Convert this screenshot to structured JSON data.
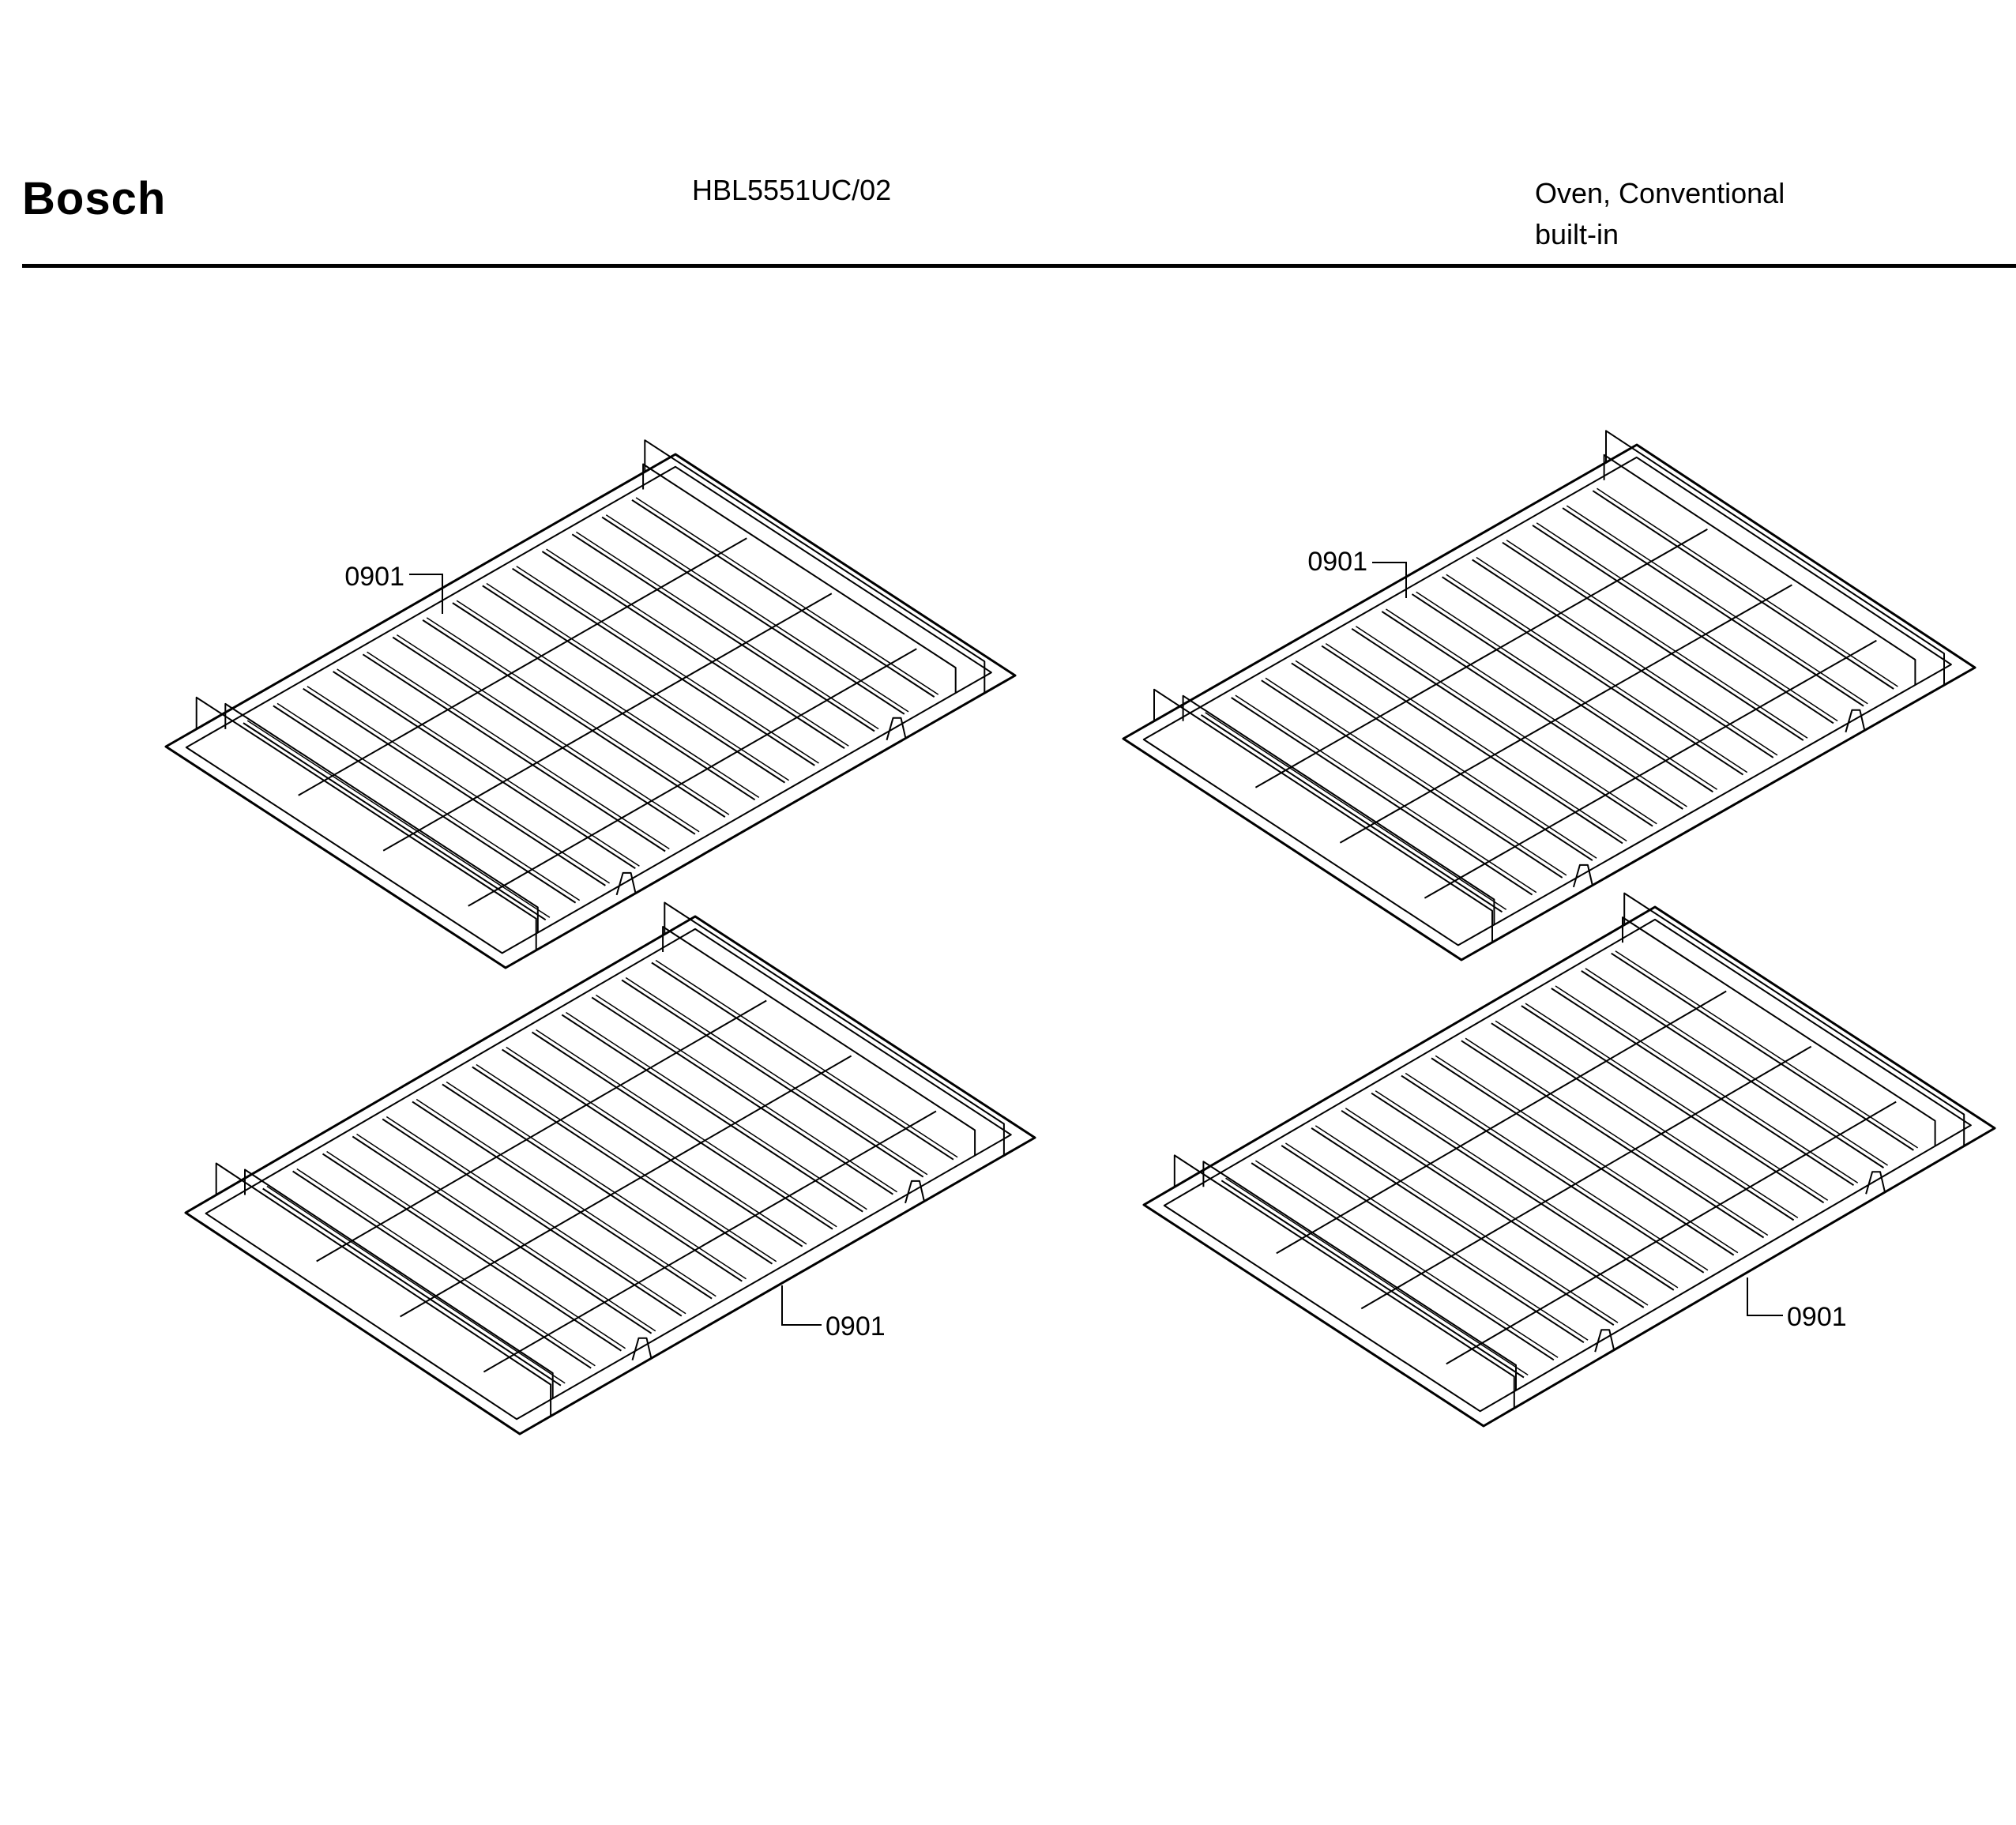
{
  "header": {
    "brand": "Bosch",
    "model": "HBL5551UC/02",
    "description_line1": "Oven, Conventional",
    "description_line2": "built-in"
  },
  "parts": [
    {
      "part_number": "0901",
      "part": "oven rack"
    },
    {
      "part_number": "0901",
      "part": "oven rack"
    },
    {
      "part_number": "0901",
      "part": "oven rack"
    },
    {
      "part_number": "0901",
      "part": "oven rack"
    }
  ],
  "colors": {
    "line": "#000000",
    "background": "#ffffff"
  }
}
